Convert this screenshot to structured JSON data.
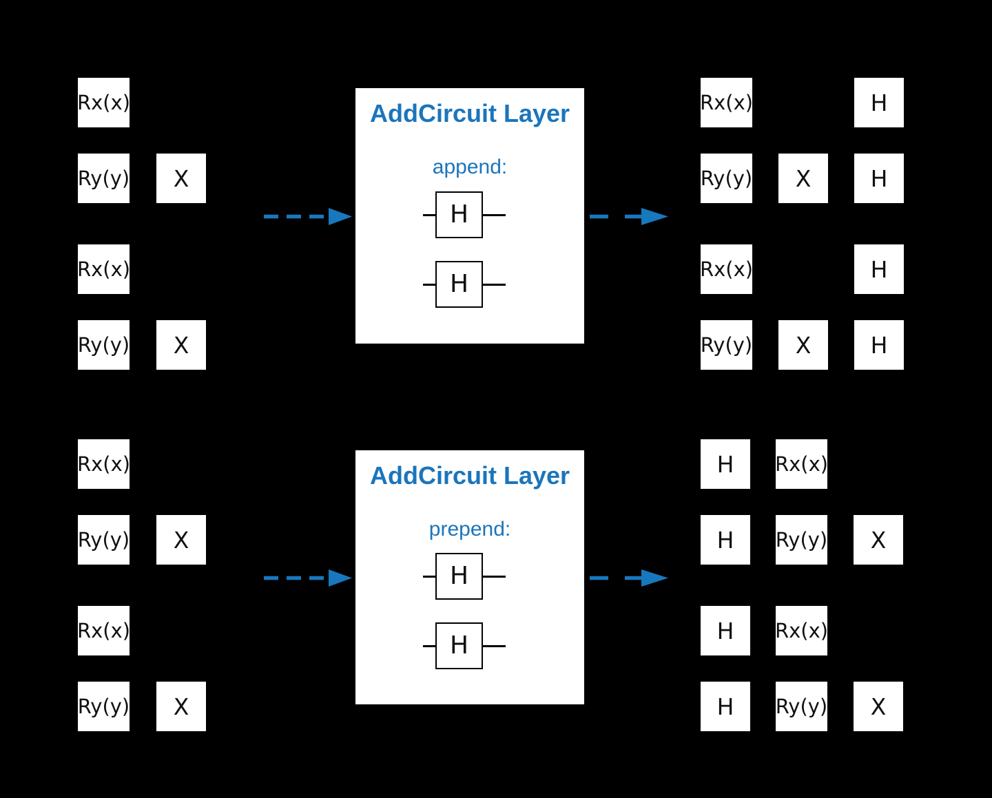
{
  "palette": {
    "background": "#000000",
    "gate_box_fill": "#ffffff",
    "gate_text": "#111111",
    "accent_blue": "#1b75bb",
    "arrow_blue": "#1878be"
  },
  "top_flow": {
    "input_circuit": {
      "rows": [
        [
          "Rx(x)"
        ],
        [
          "Ry(y)",
          "X"
        ],
        [
          "Rx(x)"
        ],
        [
          "Ry(y)",
          "X"
        ]
      ]
    },
    "layer": {
      "title": "AddCircuit Layer",
      "operation": "append:",
      "gates": [
        "H",
        "H"
      ]
    },
    "output_circuit": {
      "rows": [
        [
          "Rx(x)",
          "H"
        ],
        [
          "Ry(y)",
          "X",
          "H"
        ],
        [
          "Rx(x)",
          "H"
        ],
        [
          "Ry(y)",
          "X",
          "H"
        ]
      ]
    }
  },
  "bottom_flow": {
    "input_circuit": {
      "rows": [
        [
          "Rx(x)"
        ],
        [
          "Ry(y)",
          "X"
        ],
        [
          "Rx(x)"
        ],
        [
          "Ry(y)",
          "X"
        ]
      ]
    },
    "layer": {
      "title": "AddCircuit Layer",
      "operation": "prepend:",
      "gates": [
        "H",
        "H"
      ]
    },
    "output_circuit": {
      "rows": [
        [
          "H",
          "Rx(x)"
        ],
        [
          "H",
          "Ry(y)",
          "X"
        ],
        [
          "H",
          "Rx(x)"
        ],
        [
          "H",
          "Ry(y)",
          "X"
        ]
      ]
    }
  }
}
